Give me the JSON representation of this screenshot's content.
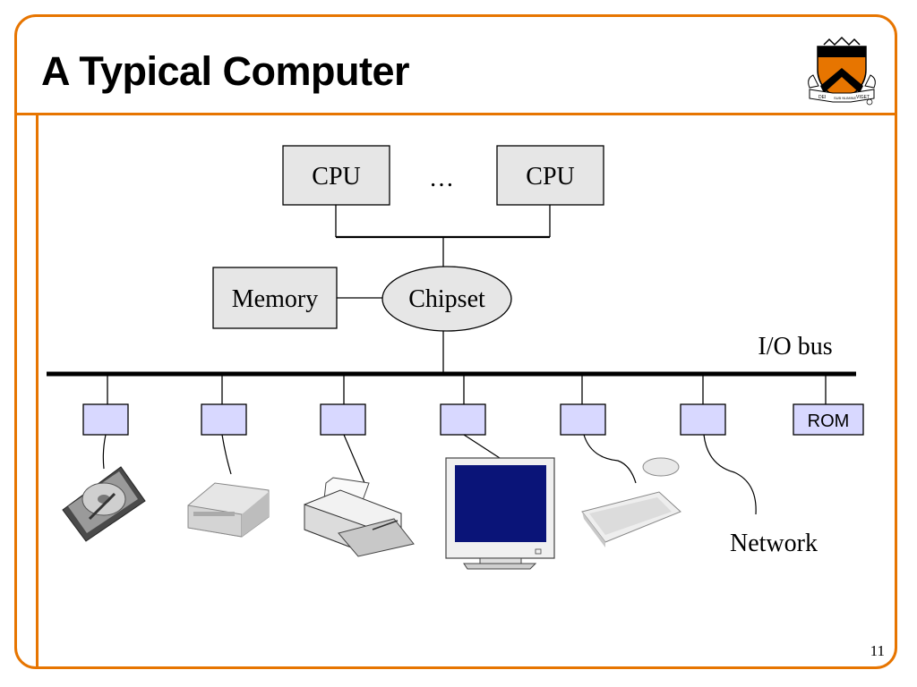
{
  "slide": {
    "title": "A Typical Computer",
    "page_number": "11",
    "logo_motto": [
      "DEI",
      "SUB NUMINE",
      "VIGET"
    ]
  },
  "diagram": {
    "cpu_left_label": "CPU",
    "cpu_ellipsis": "…",
    "cpu_right_label": "CPU",
    "memory_label": "Memory",
    "chipset_label": "Chipset",
    "bus_label": "I/O bus",
    "rom_label": "ROM",
    "network_label": "Network"
  },
  "colors": {
    "accent": "#E77500",
    "box_fill": "#E6E6E6",
    "controller_fill": "#D8D8FF",
    "monitor_screen": "#0A1478"
  },
  "icons": [
    "princeton-shield-icon",
    "hard-disk-icon",
    "cd-drive-icon",
    "printer-icon",
    "monitor-icon",
    "keyboard-mouse-icon"
  ]
}
